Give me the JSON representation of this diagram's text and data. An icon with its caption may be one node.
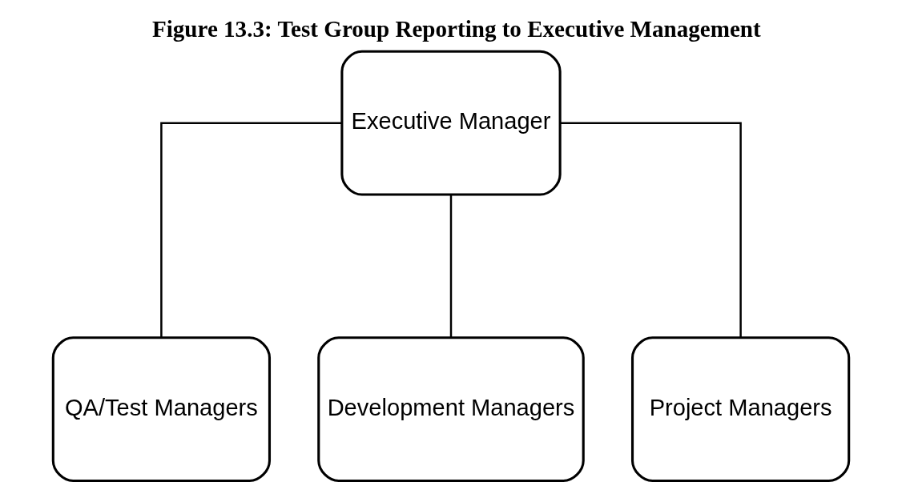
{
  "diagram": {
    "title": "Figure 13.3: Test Group Reporting to Executive Management",
    "nodes": [
      {
        "text": [
          "Executive Manager"
        ]
      },
      {
        "text": [
          "QA/Test Managers"
        ]
      },
      {
        "text": [
          "Development Managers"
        ]
      },
      {
        "text": [
          "Project Managers"
        ]
      }
    ],
    "edges": [
      {
        "from": 0,
        "to": 1,
        "arrow": "none"
      },
      {
        "from": 0,
        "to": 2,
        "arrow": "none"
      },
      {
        "from": 0,
        "to": 3,
        "arrow": "none"
      }
    ]
  }
}
